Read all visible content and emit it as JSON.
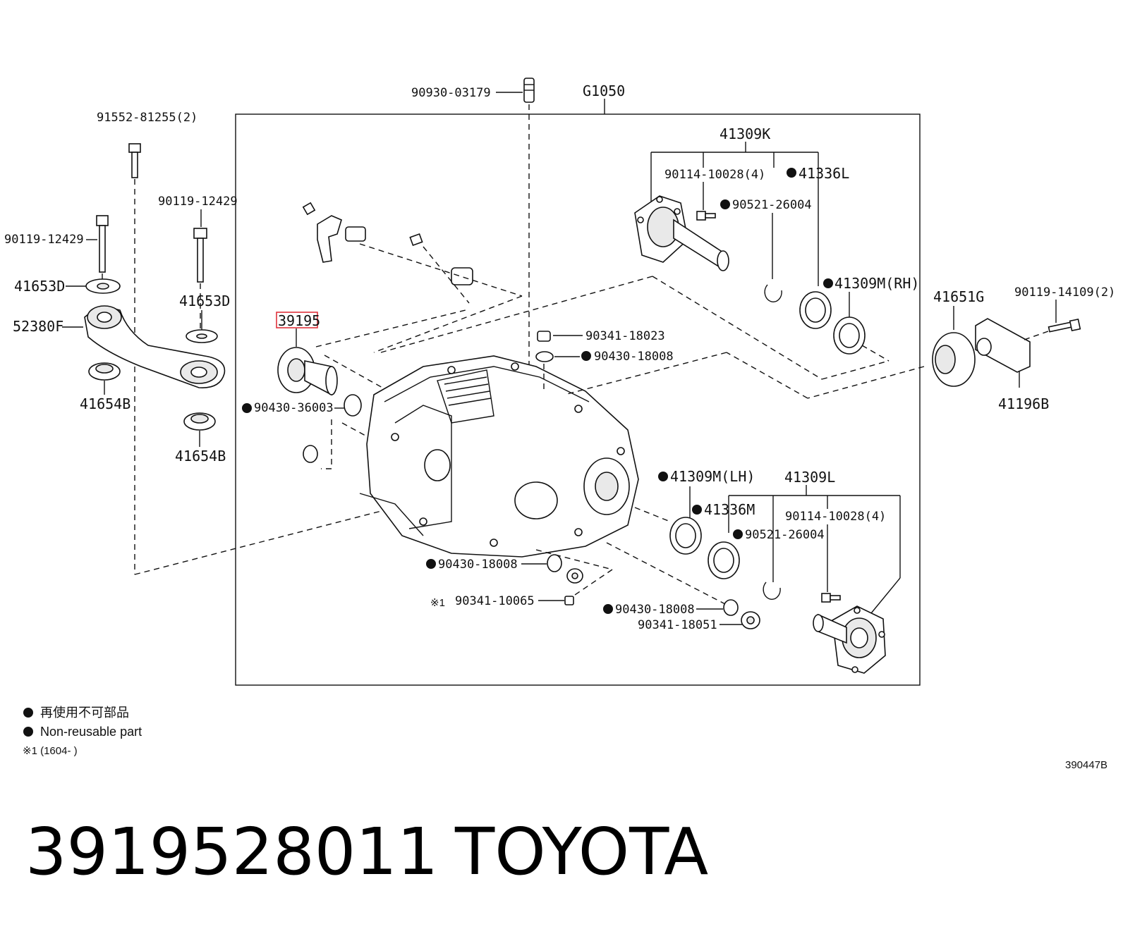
{
  "assembly": {
    "label": "G1050"
  },
  "parts": {
    "p_90930_03179": "90930-03179",
    "p_91552_81255": "91552-81255(2)",
    "p_90119_12429_a": "90119-12429",
    "p_90119_12429_b": "90119-12429",
    "p_41653D_a": "41653D",
    "p_41653D_b": "41653D",
    "p_52380F": "52380F",
    "p_41654B_a": "41654B",
    "p_41654B_b": "41654B",
    "p_39195": "39195",
    "p_90430_36003": "90430-36003",
    "p_41309K": "41309K",
    "p_90114_10028_a": "90114-10028(4)",
    "p_41336L": "41336L",
    "p_90521_26004_a": "90521-26004",
    "p_41309M_RH": "41309M(RH)",
    "p_90341_18023": "90341-18023",
    "p_90430_18008_a": "90430-18008",
    "p_41651G": "41651G",
    "p_90119_14109": "90119-14109(2)",
    "p_41196B": "41196B",
    "p_41309M_LH": "41309M(LH)",
    "p_41309L": "41309L",
    "p_41336M": "41336M",
    "p_90114_10028_b": "90114-10028(4)",
    "p_90521_26004_b": "90521-26004",
    "p_90430_18008_b": "90430-18008",
    "p_90341_10065": "90341-10065",
    "p_90341_10065_mark": "※1",
    "p_90430_18008_c": "90430-18008",
    "p_90341_18051": "90341-18051"
  },
  "legend": {
    "non_reusable_jp": "再使用不可部品",
    "non_reusable_en": "Non-reusable part",
    "note_1": "※1 (1604-      )"
  },
  "illustration_ref": "390447B",
  "caption": {
    "part_number": "3919528011",
    "brand": "TOYOTA"
  },
  "highlight_color": "#e0323c"
}
